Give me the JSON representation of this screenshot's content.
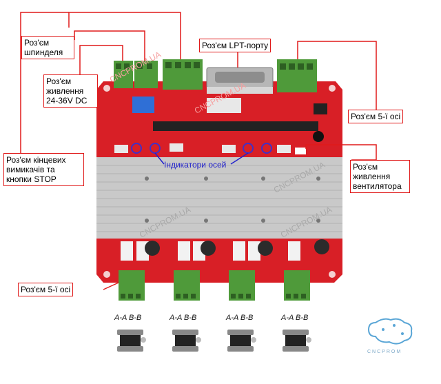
{
  "labels": {
    "spindle": "Роз'єм\nшпинделя",
    "power": "Роз'єм\nживлення\n24-36V DC",
    "lpt": "Роз'єм LPT-порту",
    "axis5_right": "Роз'єм 5-ї осі",
    "limit_switches": "Роз'єм кінцевих\nвимикачів та\nкнопки STOP",
    "fan": "Роз'єм\nживлення\nвентилятора",
    "axis5_bottom": "Роз'єм 5-ї осі",
    "axis_indicators": "Індикатори осей"
  },
  "motor_pins": [
    "A-A B-B",
    "A-A B-B",
    "A-A B-B",
    "A-A B-B"
  ],
  "watermark": "CNCPROM.UA",
  "logo": {
    "text": "CNCPROM",
    "icon": "brain-circuit-icon"
  },
  "colors": {
    "board": "#d81f26",
    "heatsink": "#c9c9c9",
    "connector": "#4f9a3a",
    "label_border": "#e01a1a",
    "accent_blue": "#2222cc"
  }
}
